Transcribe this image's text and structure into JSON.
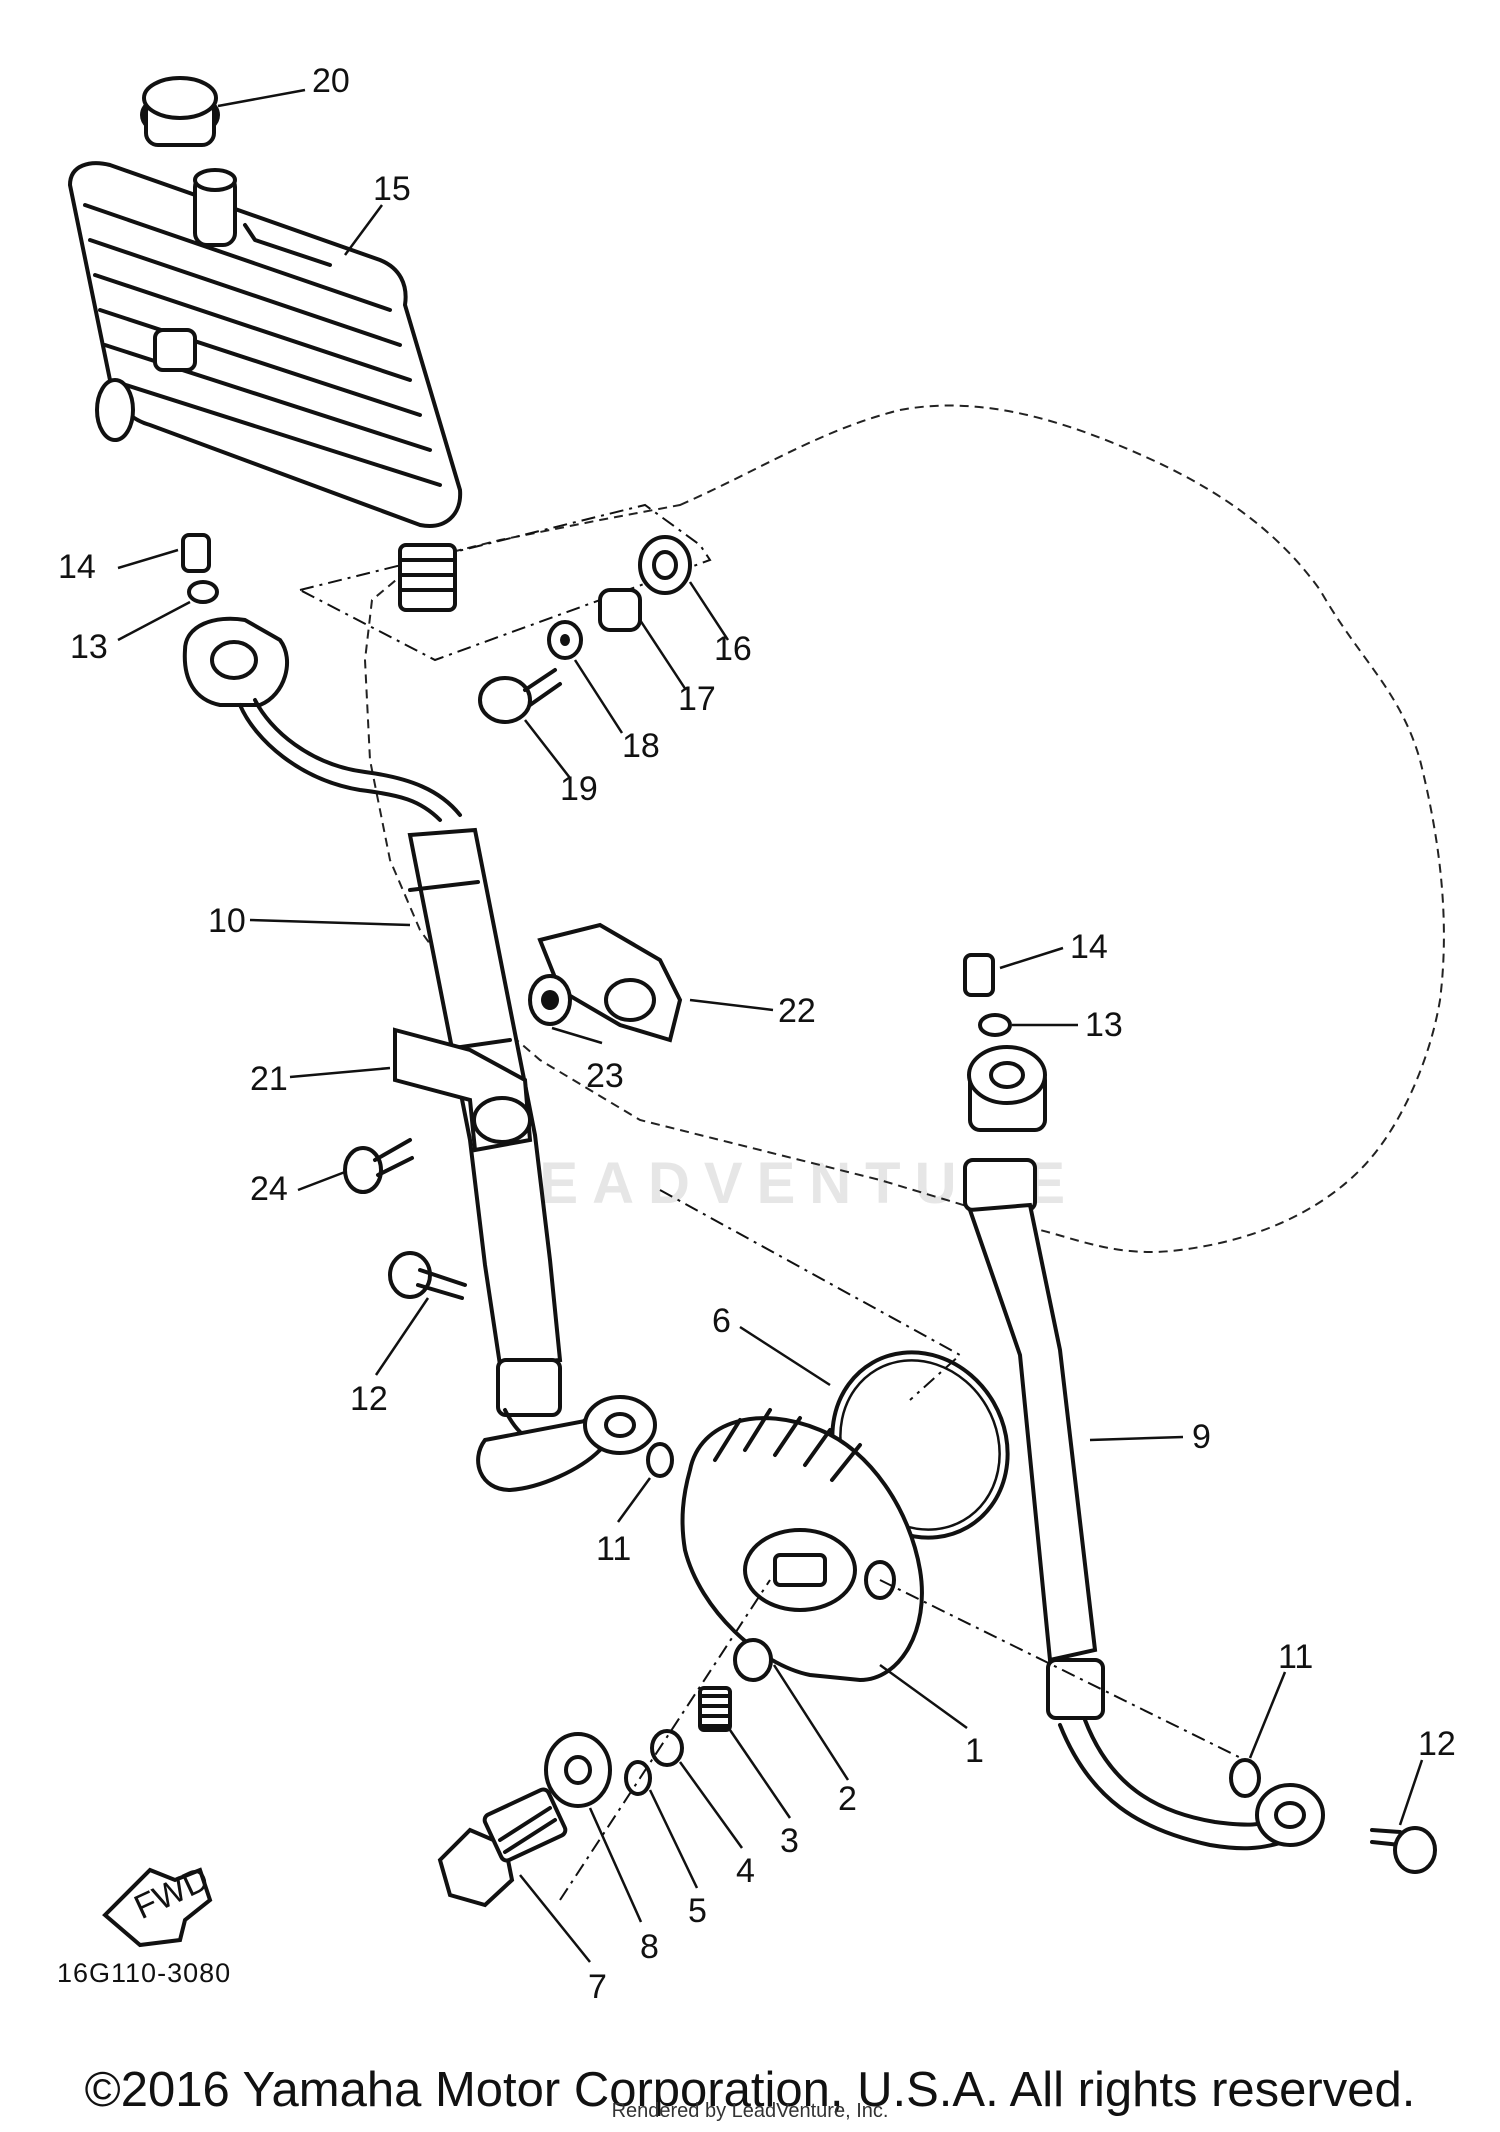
{
  "diagram": {
    "callouts": [
      "1",
      "2",
      "3",
      "4",
      "5",
      "6",
      "7",
      "8",
      "9",
      "10",
      "11",
      "11",
      "12",
      "12",
      "13",
      "13",
      "14",
      "14",
      "15",
      "16",
      "17",
      "18",
      "19",
      "20",
      "21",
      "22",
      "23",
      "24"
    ],
    "fwd_label": "FWD",
    "code": "16G110-3080"
  },
  "watermark": {
    "text": "LEADVENTURE"
  },
  "footer": {
    "copyright": "©2016 Yamaha Motor Corporation, U.S.A. All rights reserved.",
    "rendered_note": "Rendered by LeadVenture, Inc."
  }
}
